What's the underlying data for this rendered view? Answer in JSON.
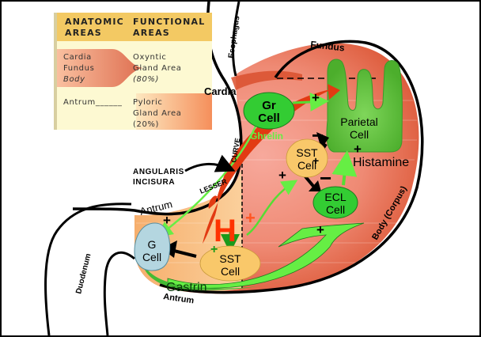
{
  "legend": {
    "header_left": [
      "ANATOMIC",
      "AREAS"
    ],
    "header_right": [
      "FUNCTIONAL",
      "AREAS"
    ],
    "rows": [
      {
        "anatomic": [
          "Cardia",
          "Fundus",
          "Body"
        ],
        "functional": [
          "Oxyntic",
          "Gland Area",
          "(80%)"
        ]
      },
      {
        "anatomic": [
          "Antrum______"
        ],
        "functional": [
          "Pyloric",
          "Gland Area",
          "(20%)"
        ]
      }
    ]
  },
  "anatomy_labels": {
    "esophagus": "Esophagus",
    "fundus": "Fundus",
    "cardia": "Cardia",
    "angularis": [
      "ANGULARIS",
      "INCISURA"
    ],
    "lesser_curve": [
      "LESSER",
      "CURVE"
    ],
    "antrum_top": "Antrum",
    "antrum_bottom": "Antrum",
    "duodenum": "Duodenum",
    "body": "Body (Corpus)"
  },
  "cells": {
    "gr": [
      "Gr",
      "Cell"
    ],
    "parietal": [
      "Parietal",
      "Cell"
    ],
    "sst_upper": [
      "SST",
      "Cell"
    ],
    "ecl": [
      "ECL",
      "Cell"
    ],
    "g": [
      "G",
      "Cell"
    ],
    "sst_lower": [
      "SST",
      "Cell"
    ]
  },
  "signals": {
    "ghrelin": "Ghrelin",
    "histamine": "Histamine",
    "gastrin": "Gastrin",
    "h_ion": "H",
    "h_charge": "+",
    "plus": "+",
    "minus": "−"
  },
  "colors": {
    "cell_green": "#33cc33",
    "parietal_green": "#5fc23a",
    "sst_yellow": "#f9c86a",
    "g_cell_blue": "#b4d6e0",
    "stomach_red": "#d9502e",
    "antrum_orange": "#f6b478",
    "arrow_green": "#66ee44",
    "h_red": "#ff3300",
    "legend_header": "#f3c963",
    "legend_bg": "#fdf9d2"
  }
}
